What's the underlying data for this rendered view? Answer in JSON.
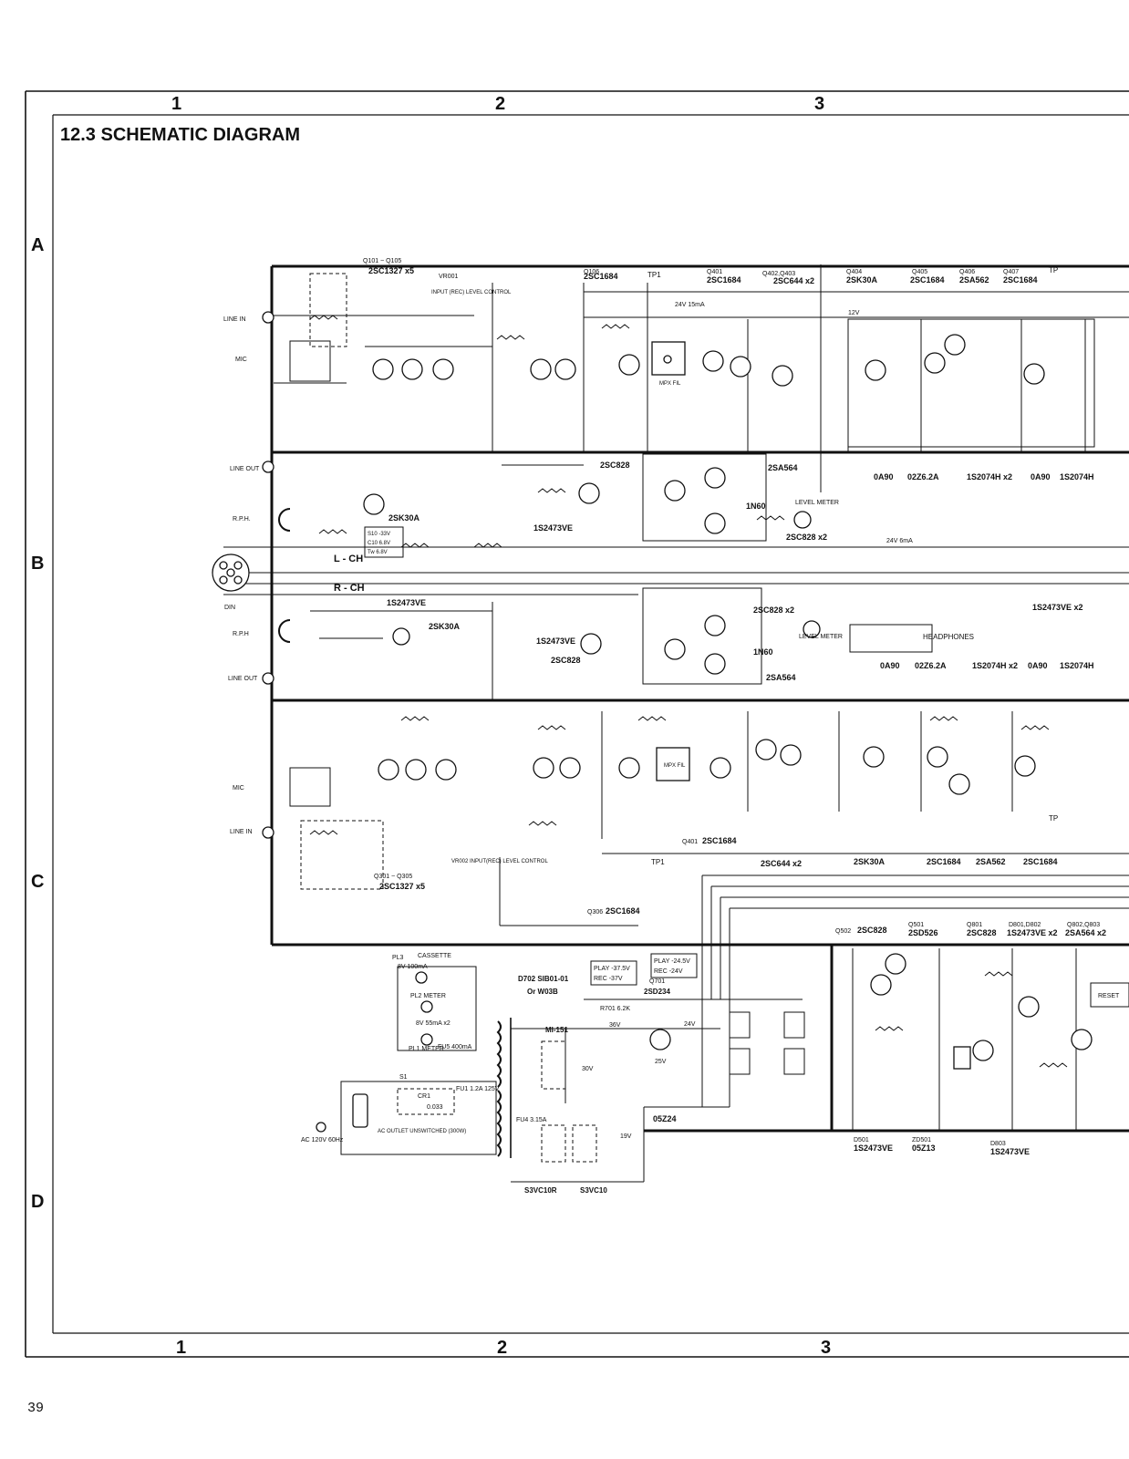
{
  "title": "12.3 SCHEMATIC DIAGRAM",
  "page_number": "39",
  "grid": {
    "columns": [
      "1",
      "2",
      "3"
    ],
    "rows": [
      "A",
      "B",
      "C",
      "D"
    ]
  },
  "connectors": {
    "line_in": "LINE IN",
    "mic": "MIC",
    "line_out": "LINE OUT",
    "rph": "R.P.H.",
    "din": "DIN",
    "lph": "R.P.H",
    "l_ch": "L - CH",
    "r_ch": "R - CH",
    "headphones": "HEADPHONES"
  },
  "controls": {
    "vr001": "VR001",
    "vr001_desc": "INPUT (REC) LEVEL CONTROL",
    "vr002": "VR002 INPUT(REC) LEVEL CONTROL",
    "level_meter": "LEVEL METER",
    "mpx_fil": "MPX FIL",
    "tp1": "TP1",
    "tp": "TP"
  },
  "parts_upper": {
    "q101_105": "Q101 ~ Q105",
    "q101_type": "2SC1327 x5",
    "q106": "Q106",
    "q106_type": "2SC1684",
    "q401": "Q401",
    "q401_type": "2SC1684",
    "q402": "Q402,Q403",
    "q402_type": "2SC644 x2",
    "q404": "Q404",
    "q404_type": "2SK30A",
    "q405": "Q405",
    "q405_type": "2SC1684",
    "q406": "Q406",
    "q406_type": "2SA562",
    "q407": "Q407",
    "q407_type": "2SC1684",
    "q112_type": "2SC828",
    "q605_type": "2SA564",
    "q114_type": "2SK30A",
    "d101_type": "1S2473VE",
    "d601_type": "1N60",
    "q601_type": "2SC828 x2",
    "d_row_1": "0A90",
    "d_row_2": "02Z6.2A",
    "d_row_3": "1S2074H x2",
    "d_row_4": "0A90",
    "d_row_5": "1S2074H",
    "v24_15ma": "24V  15mA",
    "v12": "12V",
    "v24_6ma": "24V  6mA",
    "sw_table": [
      "S10 -33V",
      "C10 6.8V",
      "Tw 6.8V"
    ]
  },
  "parts_lower": {
    "d201_type": "1S2473VE",
    "q214_type": "2SK30A",
    "q212_type": "2SC828",
    "d201b_type": "1S2473VE",
    "q601b_type": "2SC828 x2",
    "d601b_type": "1N60",
    "q605b_type": "2SA564",
    "d_low_1": "0A90",
    "d_low_2": "02Z6.2A",
    "d_low_3": "1S2074H x2",
    "d_low_4": "0A90",
    "d_low_5": "1S2074H",
    "d_low_6": "1S2473VE x2",
    "q301_305": "Q301 ~ Q305",
    "q301_type": "2SC1327 x5",
    "q306": "Q306",
    "q306_type": "2SC1684",
    "q401b": "Q401",
    "q401b_type": "2SC1684",
    "q402b_type": "2SC644 x2",
    "q404b_type": "2SK30A",
    "q405b_type": "2SC1684",
    "q406b_type": "2SA562",
    "q407b_type": "2SC1684"
  },
  "power": {
    "pl3": "PL3",
    "cassette": "CASSETTE",
    "pl3_rating": "8V 100mA",
    "pl2": "PL2 METER",
    "pl2_rating": "8V 55mA x2",
    "pl1": "PL1 METER",
    "fu5": "FU5 400mA",
    "s1": "S1",
    "cr1": "CR1",
    "c_value": "0.033",
    "fu1": "FU1 1.2A 125V",
    "outlet": "AC OUTLET UNSWITCHED (300W)",
    "ac": "AC 120V 60Hz",
    "d702": "D702 SIB01-01",
    "d702_alt": "Or W03B",
    "mi151": "MI-151",
    "play_rec_1": "PLAY -37.5V",
    "play_rec_1b": "REC -37V",
    "play_rec_2": "PLAY -24.5V",
    "play_rec_2b": "REC -24V",
    "q701": "Q701",
    "q701_type": "2SD234",
    "r701": "R701 6.2K",
    "v36": "36V",
    "v30": "30V",
    "v25": "25V",
    "v24": "24V",
    "v19": "19V",
    "zd": "05Z24",
    "fu4": "FU4 3.15A",
    "d704": "S3VC10R",
    "d703": "S3VC10"
  },
  "parts_bottom": {
    "q502": "Q502",
    "q502_type": "2SC828",
    "q501": "Q501",
    "q501_type": "2SD526",
    "q801": "Q801",
    "q801_type": "2SC828",
    "d801": "D801,D802",
    "d801_type": "1S2473VE x2",
    "q802": "Q802,Q803",
    "q802_type": "2SA564 x2",
    "d501": "D501",
    "d501_type": "1S2473VE",
    "zd501": "ZD501",
    "zd501_type": "05Z13",
    "d803": "D803",
    "d803_type": "1S2473VE",
    "reset": "RESET"
  }
}
